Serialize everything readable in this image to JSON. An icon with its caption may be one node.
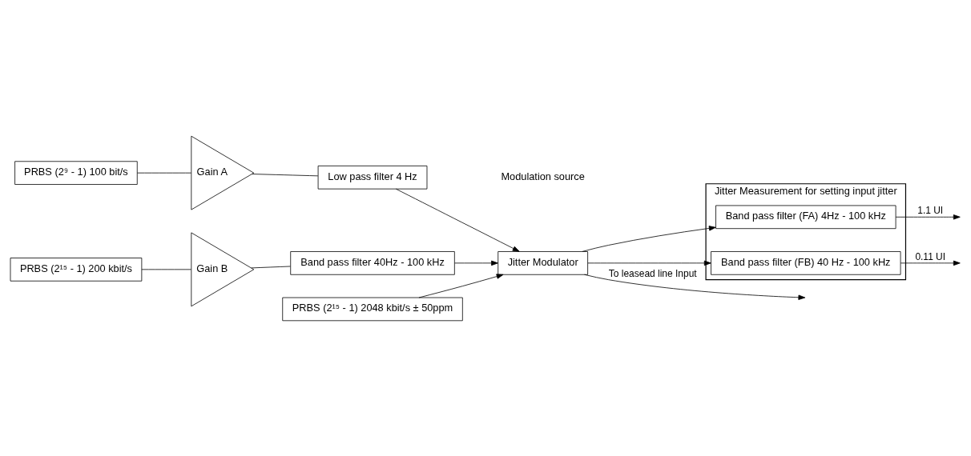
{
  "diagram": {
    "nodes": [
      {
        "text": [
          "PRBS (2⁹ - 1) 100 bit/s"
        ]
      },
      {
        "text": [
          "Gain A"
        ]
      },
      {
        "text": [
          "Low pass filter 4 Hz"
        ]
      },
      {
        "text": [
          "PRBS (2¹⁵ - 1) 200 kbit/s"
        ]
      },
      {
        "text": [
          "Gain B"
        ]
      },
      {
        "text": [
          "Band pass filter 40Hz - 100 kHz"
        ]
      },
      {
        "text": [
          "Jitter Modulator"
        ]
      },
      {
        "text": [
          "PRBS (2¹⁵ - 1) 2048 kbit/s ± 50ppm"
        ]
      },
      {
        "text": [
          "Jitter Measurement for setting input jitter"
        ]
      },
      {
        "text": [
          "Band pass filter (FA) 4Hz - 100 kHz"
        ],
        "in": 8
      },
      {
        "text": [
          "Band pass filter (FB) 40 Hz - 100 kHz"
        ],
        "in": 8
      }
    ],
    "edges": [
      {
        "from": 0,
        "to": 1,
        "arrow": "none"
      },
      {
        "from": 1,
        "to": 2,
        "arrow": "none"
      },
      {
        "from": 2,
        "to": 6,
        "arrow": "to"
      },
      {
        "from": 3,
        "to": 4,
        "arrow": "none"
      },
      {
        "from": 4,
        "to": 5,
        "arrow": "none"
      },
      {
        "from": 5,
        "to": 6,
        "arrow": "to"
      },
      {
        "from": 7,
        "to": 6,
        "arrow": "to"
      },
      {
        "from": 6,
        "to": null,
        "arrow": "to",
        "label": "To leasead line Input"
      },
      {
        "from": 6,
        "to": 9,
        "arrow": "to"
      },
      {
        "from": 6,
        "to": 10,
        "arrow": "to"
      },
      {
        "from": 9,
        "to": null,
        "arrow": "to",
        "label": "1.1 UI"
      },
      {
        "from": 10,
        "to": null,
        "arrow": "to",
        "label": "0.11 UI"
      }
    ],
    "labels": [
      "Modulation source"
    ]
  }
}
